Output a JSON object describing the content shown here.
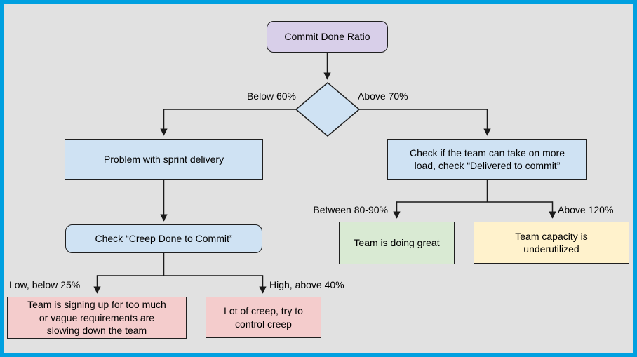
{
  "diagram": {
    "nodes": {
      "start": "Commit Done Ratio",
      "problem": "Problem with sprint delivery",
      "check_load": "Check if the team can take on more load, check “Delivered to commit”",
      "check_creep": "Check “Creep Done to Commit”",
      "too_much": "Team is signing up for too much or vague requirements are slowing down the team",
      "lot_of_creep": "Lot of creep, try to control creep",
      "doing_great": "Team is doing great",
      "underutilized": "Team capacity is underutilized"
    },
    "edge_labels": {
      "below_60": "Below 60%",
      "above_70": "Above 70%",
      "low_below_25": "Low, below 25%",
      "high_above_40": "High, above 40%",
      "between_80_90": "Between 80-90%",
      "above_120": "Above 120%"
    },
    "palette": {
      "frame": "#00a0e0",
      "background": "#e1e1e1",
      "start_fill": "#d8cfe9",
      "process_fill": "#cfe2f3",
      "warning_fill": "#f4cccc",
      "success_fill": "#d9ead3",
      "caution_fill": "#fff2cc",
      "line": "#1f1f1f"
    }
  }
}
